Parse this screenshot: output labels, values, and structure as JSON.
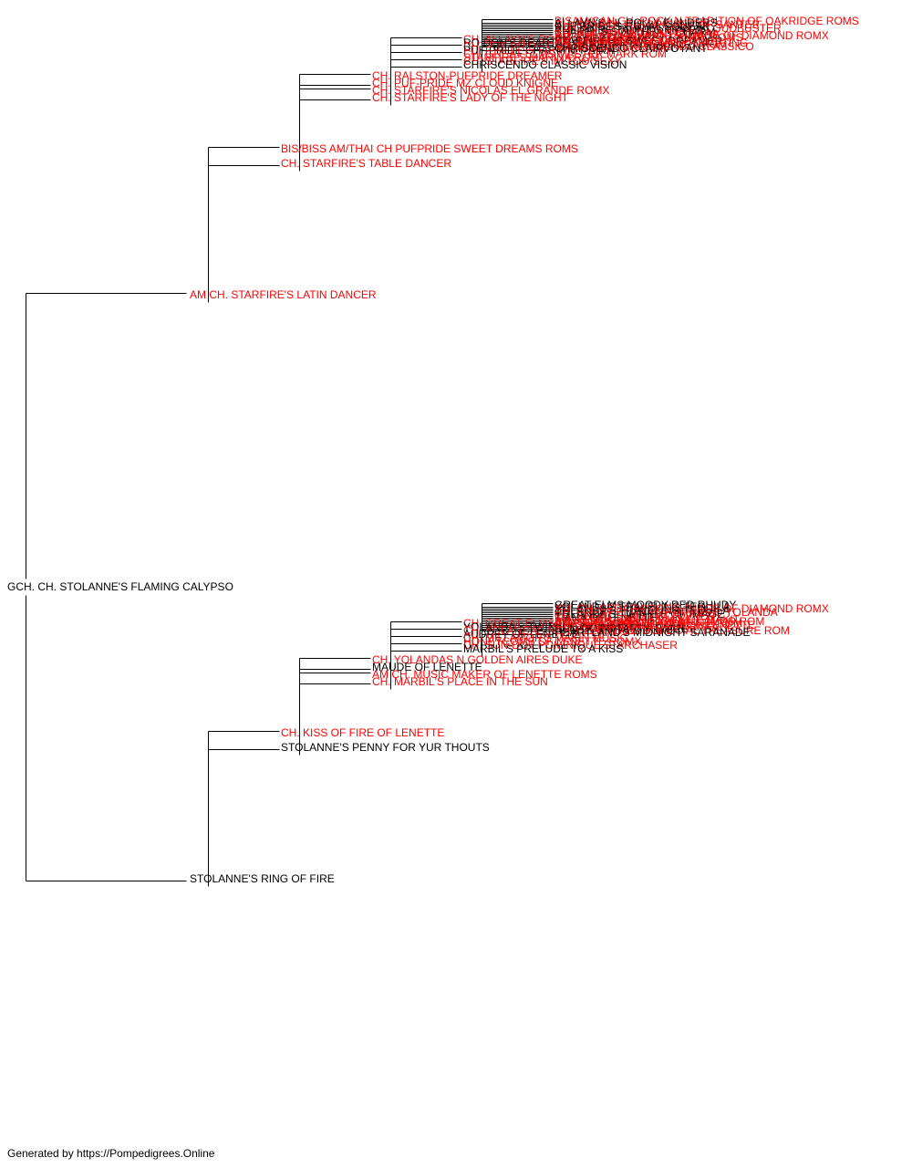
{
  "colors": {
    "champion": "#ff0000",
    "normal": "#000000",
    "line": "#000000"
  },
  "footer": "Generated by https://Pompedigrees.Online",
  "pedigree": {
    "name": "GCH. CH. STOLANNE'S FLAMING CALYPSO",
    "champion": false,
    "sire": {
      "name": "AM CH. STARFIRE'S LATIN DANCER",
      "champion": true,
      "sire": {
        "name": "BIS/BISS AM/THAI CH PUFPRIDE SWEET DREAMS ROMS",
        "champion": true,
        "sire": {
          "name": "CH. RALSTON-PUFPRIDE DREAMER",
          "champion": true,
          "sire": {
            "name": "CH. ALLAYN'S ROCK N REBELLION",
            "champion": true,
            "sire": {
              "name": "BISAM/CAN CH. ROCK N TRADITION OF OAKRIDGE ROMS",
              "champion": true
            },
            "dam": {
              "name": "ALLAYN'S LIL POLLY FLINDERS",
              "champion": false
            }
          },
          "dam": {
            "name": "RO DON'S DEARTAS CAR DEN'S",
            "champion": false,
            "sire": {
              "name": "CH. DEARTA TUF CRICKET OF SANTER",
              "champion": true
            },
            "dam": {
              "name": "PUF PRIDE'S ROYAL SQUEAK",
              "champion": false
            }
          }
        },
        "dam": {
          "name": "CH. PUF-PRIDE MZ CLOUD KNIGNE",
          "champion": true,
          "sire": {
            "name": "CH. PUF PRIDE CLOUDBREAKER ROM",
            "champion": true,
            "sire": {
              "name": "AM/CAN CH. CHRISCENDO CLOUDBUSTER",
              "champion": true
            },
            "dam": {
              "name": "PUF PRIDE TAUNT'G TIPPER",
              "champion": false
            }
          },
          "dam": {
            "name": "PUF-PRIDE CHARM'N T-AIRA",
            "champion": false,
            "sire": {
              "name": "SHAREL'S SOUTHERN CHARM",
              "champion": false
            },
            "dam": {
              "name": "CH. PUF-PRIDE TAUNT'G TIARA",
              "champion": true
            }
          }
        }
      },
      "dam": {
        "name": "CH. STARFIRE'S TABLE DANCER",
        "champion": true,
        "sire": {
          "name": "CH. STARFIRE'S NICOLAS EL GRANDE ROMX",
          "champion": true,
          "sire": {
            "name": "CH. GREAT ELMS MASTER MARK ROM",
            "champion": true,
            "sire": {
              "name": "AM. CH. CEDARWOOD'S IMAGE OF DIAMOND ROMX",
              "champion": true
            },
            "dam": {
              "name": "GREAT ELMS SWEET CANDY ROMS",
              "champion": true
            }
          },
          "dam": {
            "name": "STARFIRE'S MARINA ROM",
            "champion": true,
            "sire": {
              "name": "AM. CH. STARFIRE'S ROCKY",
              "champion": true
            },
            "dam": {
              "name": "STARFIREHS SWEET DREAMER",
              "champion": false
            }
          }
        },
        "dam": {
          "name": "CH. STARFIRE'S LADY OF THE NIGHT",
          "champion": true,
          "sire": {
            "name": "CH. STARFIRE'S IM TOO SEXY",
            "champion": true,
            "sire": {
              "name": "CH. STARFIRE'S TOTALLY TEMPTING",
              "champion": true
            },
            "dam": {
              "name": "CH. STARFIRE'S VERONICA ROM",
              "champion": true
            }
          },
          "dam": {
            "name": "CHRISCENDO CLASSIC VISION",
            "champion": false,
            "sire": {
              "name": "AM/CAN CH. CHRISCENDO CLASSICO",
              "champion": true
            },
            "dam": {
              "name": "CHRISCENDO CLAIRVOYANT",
              "champion": false
            }
          }
        }
      }
    },
    "dam": {
      "name": "STOLANNE'S RING OF FIRE",
      "champion": false,
      "sire": {
        "name": "CH. KISS OF FIRE OF LENETTE",
        "champion": true,
        "sire": {
          "name": "CH. YOLANDAS N GOLDEN AIRES DUKE",
          "champion": true,
          "sire": {
            "name": "CH. GREAT ELMS TOP BRASS O YOLANDA",
            "champion": true,
            "sire": {
              "name": "GREAT ELMS MOODY RED RHUDY",
              "champion": false
            },
            "dam": {
              "name": "YOLANDA'S TRAVELING TEQUILA",
              "champion": false
            }
          },
          "dam": {
            "name": "YOLANDA'S TWINKLE OF IMAGE",
            "champion": false,
            "sire": {
              "name": "AM. CH. CEDARWOOD'S IMAGE OF DIAMOND ROMX",
              "champion": true
            },
            "dam": {
              "name": "YOLANDA'S TRAVELING TEQUILA",
              "champion": false
            }
          }
        },
        "dam": {
          "name": "MAUDE OF LENETTE",
          "champion": false,
          "sire": {
            "name": "CH. YOLANDAS N GOLDEN AIRES DUKE",
            "champion": true,
            "sire": {
              "name": "CH. GREAT ELMS TOP BRASS O YOLANDA",
              "champion": true
            },
            "dam": {
              "name": "YOLANDA'S TWINKLE OF IMAGE",
              "champion": false
            }
          },
          "dam": {
            "name": "AUDREY OF LENETTE",
            "champion": false,
            "sire": {
              "name": "CH. GREAT ELMS TIM TOPPER",
              "champion": true
            },
            "dam": {
              "name": "TIANA OF LENETTE",
              "champion": false
            }
          }
        }
      },
      "dam": {
        "name": "STOLANNE'S PENNY FOR YUR THOUTS",
        "champion": false,
        "sire": {
          "name": "AM CH. MUSIC MAKER OF LENETTE ROMS",
          "champion": true,
          "sire": {
            "name": "CH. MILLAMOR'S MAKIN MUSIC",
            "champion": true,
            "sire": {
              "name": "AM. CH.CH. JAN LE'S WILLIE MAKIT",
              "champion": true
            },
            "dam": {
              "name": "BEV-NOR'S BRANDI OF MILLAMOR ROM",
              "champion": true
            }
          },
          "dam": {
            "name": "HONEYCOMB OF LENETTE ROMX",
            "champion": true,
            "sire": {
              "name": "AM CH. DOMINIC OF LENETTE ROM",
              "champion": true
            },
            "dam": {
              "name": "CH. SWEET CHARLOTTE OF LENETTE",
              "champion": true
            }
          }
        },
        "dam": {
          "name": "CH. MARBIL'S PLACE IN THE SUN",
          "champion": true,
          "sire": {
            "name": "CH. SUN-DOT POMINIQUE STARCHASER",
            "champion": true,
            "sire": {
              "name": "BISCH. SUN-DOT'S CHEWBAKA",
              "champion": true
            },
            "dam": {
              "name": "SUN-DOT'S TAFFY TWIRL",
              "champion": false
            }
          },
          "dam": {
            "name": "MARBIL'S PRELUDE TO A KISS",
            "champion": false,
            "sire": {
              "name": "CH. HEARTLANDS SPECIAL TREASURE ROM",
              "champion": true
            },
            "dam": {
              "name": "HEARTLAND'S MIDNIGHT SARANADE",
              "champion": false
            }
          }
        }
      }
    }
  }
}
